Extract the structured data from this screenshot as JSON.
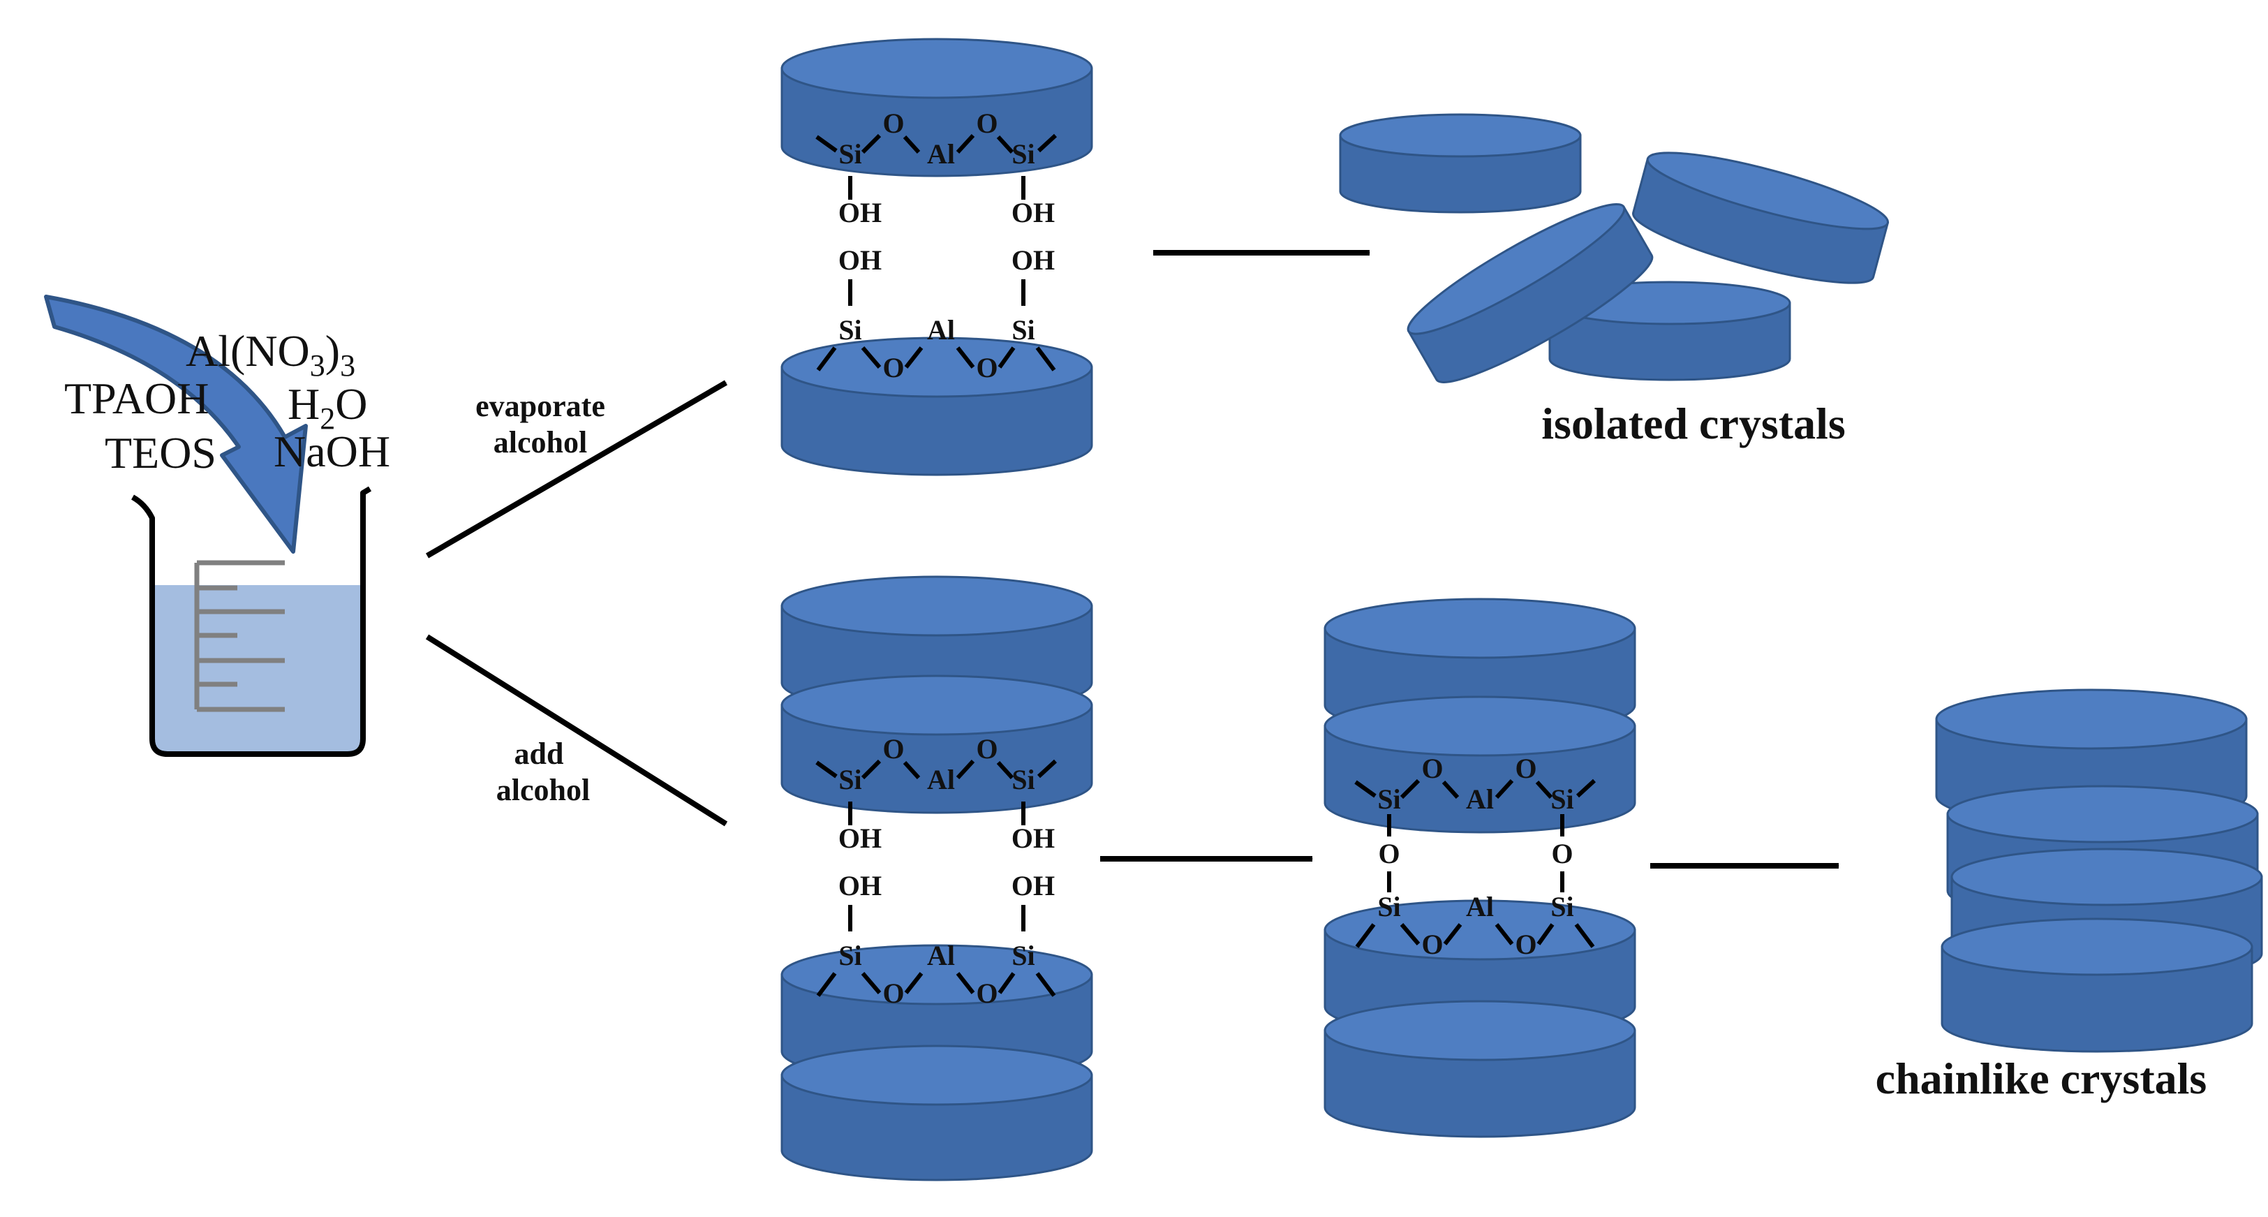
{
  "reagents": {
    "al": "Al(NO",
    "al_sub": "3",
    "al_close": ")",
    "al_sub2": "3",
    "tpaoh": "TPAOH",
    "h2o_h": "H",
    "h2o_sub": "2",
    "h2o_o": "O",
    "teos": "TEOS",
    "naoh": "NaOH"
  },
  "steps": {
    "evaporate_line1": "evaporate",
    "evaporate_line2": "alcohol",
    "add_line1": "add",
    "add_line2": "alcohol"
  },
  "chem": {
    "si": "Si",
    "al": "Al",
    "o": "O",
    "oh": "OH"
  },
  "results": {
    "isolated": "isolated crystals",
    "chainlike": "chainlike crystals"
  },
  "colors": {
    "disk_top": "#4f7ec2",
    "disk_side": "#3e6aa8",
    "disk_edge": "#2f5587",
    "liquid": "#a4bde0",
    "arrow_fill": "#4a78bf",
    "line": "#000000"
  }
}
